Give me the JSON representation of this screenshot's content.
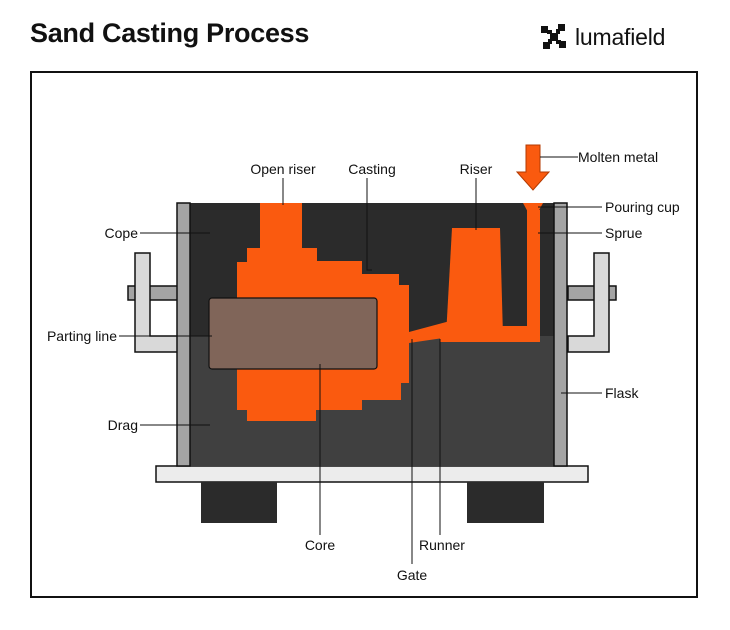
{
  "title": "Sand Casting Process",
  "brand": {
    "name": "lumafield",
    "logo_icon": "lumafield-logo-icon"
  },
  "colors": {
    "metal": "#fa5a0f",
    "cope_sand": "#2b2b2b",
    "drag_sand": "#404040",
    "core": "#806559",
    "flask": "#a4a4a4",
    "board": "#ececec",
    "feet": "#2b2b2b",
    "clamp": "#d9d9d9"
  },
  "labels": {
    "molten_metal": "Molten metal",
    "open_riser": "Open riser",
    "casting": "Casting",
    "riser": "Riser",
    "pouring_cup": "Pouring cup",
    "cope": "Cope",
    "sprue": "Sprue",
    "parting_line": "Parting line",
    "flask": "Flask",
    "drag": "Drag",
    "core": "Core",
    "runner": "Runner",
    "gate": "Gate"
  }
}
